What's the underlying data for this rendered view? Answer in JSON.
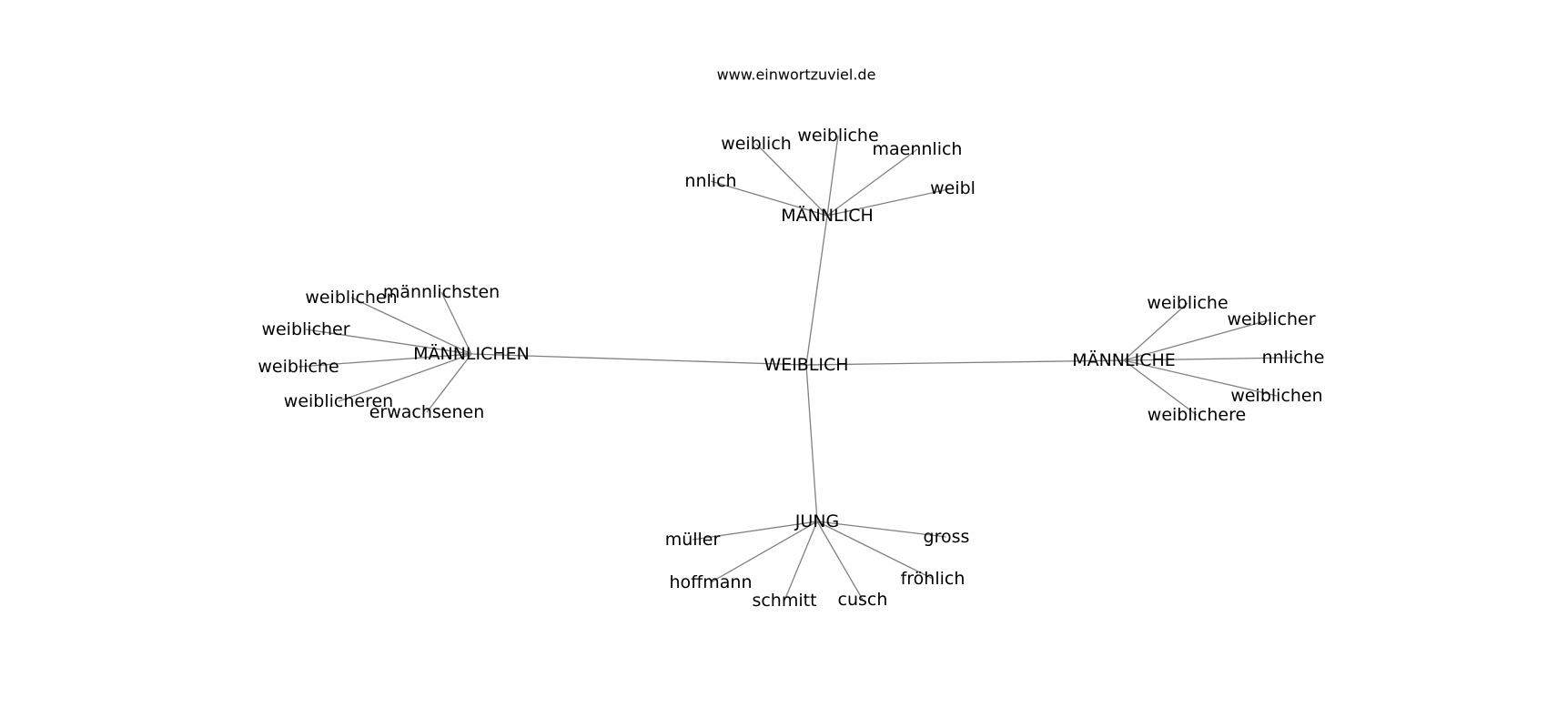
{
  "source": "www.einwortzuviel.de",
  "graph": {
    "center": "WEIBLICH",
    "hubs": [
      {
        "label": "MÄNNLICH",
        "words": [
          "nnlich",
          "weiblich",
          "weibliche",
          "maennlich",
          "weibl"
        ]
      },
      {
        "label": "MÄNNLICHEN",
        "words": [
          "weiblichen",
          "männlichsten",
          "weiblicher",
          "weibliche",
          "weiblicheren",
          "erwachsenen"
        ]
      },
      {
        "label": "MÄNNLICHE",
        "words": [
          "weibliche",
          "weiblicher",
          "nnliche",
          "weiblichen",
          "weiblichere"
        ]
      },
      {
        "label": "JUNG",
        "words": [
          "müller",
          "gross",
          "hoffmann",
          "fröhlich",
          "schmitt",
          "cusch"
        ]
      }
    ]
  }
}
